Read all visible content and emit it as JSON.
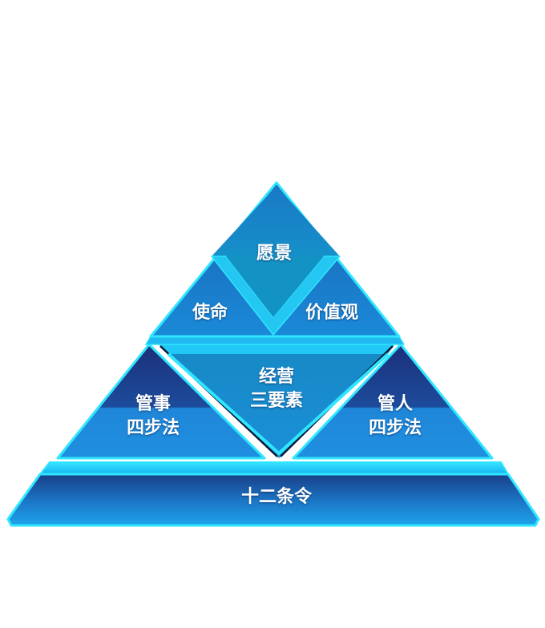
{
  "diagram": {
    "type": "pyramid",
    "colors": {
      "edge_glow": "#2ee6ff",
      "face_mid": "#1a8fd6",
      "face_dark": "#1c3f8c",
      "face_teal": "#1587bf",
      "text": "#ffffff"
    },
    "tiers": {
      "top": {
        "center": {
          "label": "愿景"
        },
        "left": {
          "label": "使命"
        },
        "right": {
          "label": "价值观"
        }
      },
      "middle": {
        "center": {
          "line1": "经营",
          "line2": "三要素"
        },
        "left": {
          "line1": "管事",
          "line2": "四步法"
        },
        "right": {
          "line1": "管人",
          "line2": "四步法"
        }
      },
      "bottom": {
        "label": "十二条令"
      }
    }
  }
}
